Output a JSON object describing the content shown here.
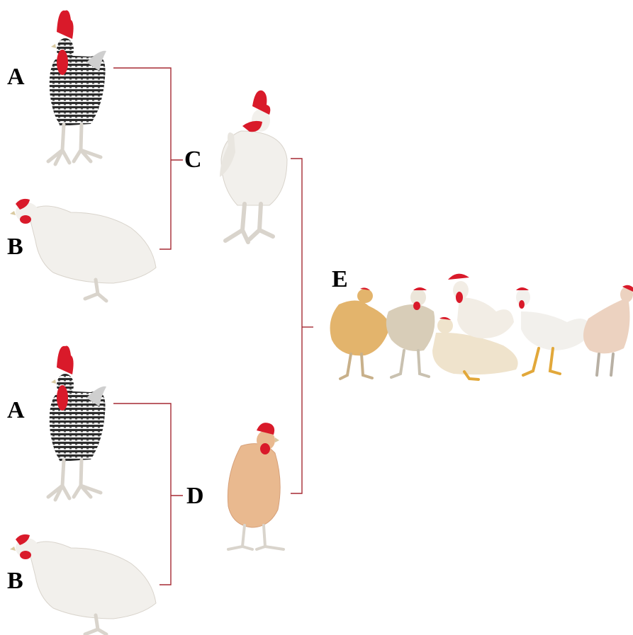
{
  "labels": {
    "a_top": "A",
    "b_top": "B",
    "c": "C",
    "a_bottom": "A",
    "b_bottom": "B",
    "d": "D",
    "e": "E"
  },
  "colors": {
    "connector": "#a52a34",
    "comb_red": "#d91a2a",
    "barred_black": "#2b2b2b",
    "white_plumage": "#f2f0ec",
    "buff_plumage": "#e9b98f",
    "golden_plumage": "#e3b46c",
    "leg": "#d9d4cc",
    "yellow_leg": "#e2a83a"
  },
  "birds": [
    {
      "id": "barred-rooster-top",
      "label": "A"
    },
    {
      "id": "white-hen-top",
      "label": "B"
    },
    {
      "id": "white-rooster",
      "label": "C"
    },
    {
      "id": "barred-rooster-bottom",
      "label": "A"
    },
    {
      "id": "white-hen-bottom",
      "label": "B"
    },
    {
      "id": "buff-hen",
      "label": "D"
    },
    {
      "id": "offspring-group",
      "label": "E"
    }
  ]
}
